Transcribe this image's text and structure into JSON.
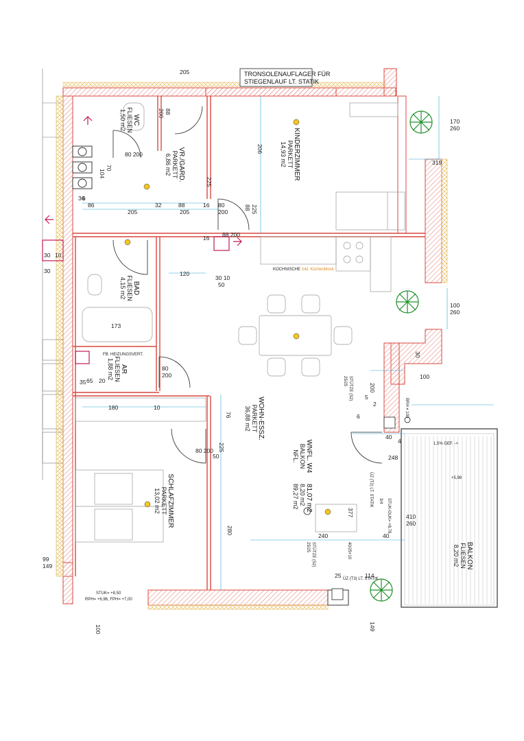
{
  "rooms": {
    "kinderzimmer": {
      "name": "KINDERZIMMER",
      "floor": "PARKETT",
      "area": "14,93 m2"
    },
    "vr_gard": {
      "name": "VR./GARD.",
      "floor": "PARKETT",
      "area": "6,86 m2"
    },
    "wc": {
      "name": "WC",
      "floor": "FLIESEN",
      "area": "1,50 m2"
    },
    "bad": {
      "name": "BAD",
      "floor": "FLIESEN",
      "area": "4,15 m2"
    },
    "ar": {
      "name": "AR",
      "floor": "FLIESEN",
      "area": "1,88 m2"
    },
    "wohn_essz": {
      "name": "WOHN-ESSZ.",
      "floor": "PARKETT",
      "area": "36,88 m2"
    },
    "schlafzimmer": {
      "name": "SCHLAFZIMMER",
      "floor": "PARKETT",
      "area": "13,02 m2"
    },
    "balkon": {
      "name": "BALKON",
      "floor": "FLIESEN",
      "area": "8,20 m2"
    }
  },
  "unit": {
    "label": "WNFL. W4",
    "area1": "81,07 m2",
    "balkon_label": "BALKON",
    "area2": "8,20 m2",
    "nfl_label": "NFL.",
    "area3": "89,27 m2"
  },
  "notes": {
    "tronsole_1": "TRONSOLENAUFLAGER FÜR",
    "tronsole_2": "STIEGENLAUF LT. STATIK",
    "kochnische": "KOCHNISCHE",
    "kochnische_note": "inkl. Küchenblock",
    "heizung": "FB. HEIZUNGSVERT.",
    "stuetze_s2a": "STÜTZE (S2)",
    "stuetze_s2a_dim": "25/25",
    "stuetze_s2b": "STÜTZE (S2)",
    "stuetze_s2b_dim": "25/25",
    "uz_t2": "ÜZ (T2) LT. STATIK",
    "uz_t3": "ÜZ (T3) LT. STATIK",
    "uz_t3_dim": "3/4",
    "stuk_a": "STUK= +8,50",
    "stuk_b": "RPH= +6,96, FPH= +7,00",
    "slope": "1,5% GEF. ->",
    "level_balkon": "+5,98",
    "stuk_right": "STUK-OUK= +8,78",
    "dimfix": "40/25+10",
    "brh": "BRH ≠ 100"
  },
  "dims": {
    "d205_top": "205",
    "d200_a": "200",
    "d88_a": "88",
    "d80_a": "80",
    "d206": "206",
    "d225": "225",
    "d88_b": "88",
    "d200_b": "200",
    "d86": "86",
    "d205_b": "205",
    "d32": "32",
    "d88_c": "88",
    "d205_c": "205",
    "d16": "16",
    "d80_b": "80",
    "d200_c": "200",
    "d170": "170",
    "d260_a": "260",
    "d319": "319",
    "d100_a": "100",
    "d260_b": "260",
    "d100_b": "100",
    "d120": "120",
    "d173": "173",
    "d200": "200",
    "d180": "180",
    "d10": "10",
    "d80_c": "80",
    "d200_d": "200",
    "d76": "76",
    "d225_b": "225",
    "d50": "50",
    "d280": "280",
    "d240": "240",
    "d40_a": "40",
    "d40_b": "40",
    "d248": "248",
    "d410": "410",
    "d260_c": "260",
    "d114": "114",
    "d25": "25",
    "d99": "99",
    "d149": "149",
    "d100_c": "100",
    "d149_b": "149",
    "d30_a": "30",
    "d30_b": "30",
    "d70": "70",
    "d104": "104",
    "d36": "36",
    "d6": "6",
    "d65": "65",
    "d20": "20",
    "d225_c": "225",
    "d16_b": "16",
    "d30_c": "30",
    "d10_b": "10",
    "d377": "377",
    "d6_b": "6",
    "d5": "5",
    "d2": "2",
    "d4": "4",
    "d50_b": "50",
    "d35": "35",
    "d30_10": "30 10"
  },
  "door_labels": {
    "d1": "80 200",
    "d2": "88 200",
    "d3": "80 200"
  },
  "colors": {
    "wall": "#d9473f",
    "hatch": "#e79a92",
    "dim": "#2aa6d6",
    "green": "#1f8f2a",
    "insul": "#e3b54c",
    "magenta": "#c2185b"
  }
}
